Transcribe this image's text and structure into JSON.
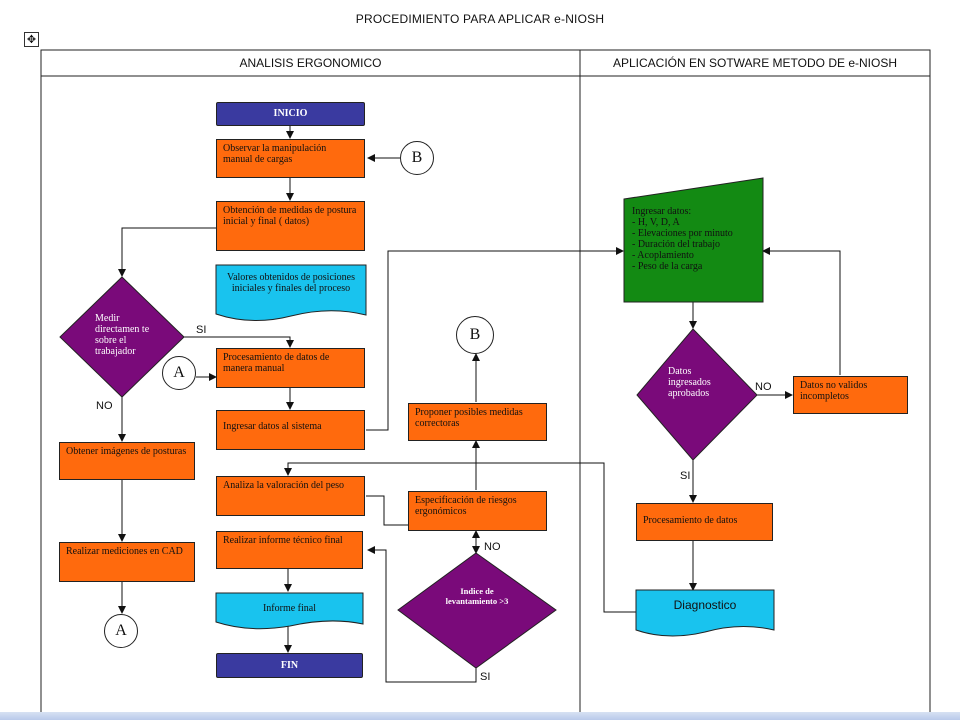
{
  "title": "PROCEDIMIENTO PARA APLICAR e-NIOSH",
  "move_handle_icon": "move-icon",
  "lanes": {
    "left": "ANALISIS ERGONOMICO",
    "right": "APLICACIÓN EN SOTWARE METODO DE e-NIOSH"
  },
  "nodes": {
    "inicio": "INICIO",
    "observar": "Observar la manipulación manual de cargas",
    "obtencion": "Obtención de medidas de postura inicial  y  final ( datos)",
    "valores": "Valores obtenidos de posiciones iniciales y finales del proceso",
    "medir": "Medir directamen te sobre el trabajador",
    "procesamiento_manual": "Procesamiento de datos de manera manual",
    "ingresar_sistema": "Ingresar datos al sistema",
    "obtener_imagenes": "Obtener imágenes de posturas",
    "realizar_mediciones": "Realizar mediciones en CAD",
    "analiza": "Analiza la valoración del peso",
    "informe_tecnico": "Realizar informe técnico final",
    "informe_final": "Informe final",
    "fin": "FIN",
    "proponer": "Proponer posibles medidas correctoras",
    "especificacion": "Especificación de riesgos ergonómicos",
    "indice": "Indice de levantamiento >3",
    "ingresar_datos": "Ingresar datos:",
    "ingresar_items": [
      "- H, V, D, A",
      "- Elevaciones por minuto",
      "- Duración del trabajo",
      "- Acoplamiento",
      "- Peso de la carga"
    ],
    "datos_aprobados": "Datos ingresados aprobados",
    "no_validos": "Datos no validos incompletos",
    "procesamiento_datos": "Procesamiento de datos",
    "diagnostico": "Diagnostico"
  },
  "connectors": {
    "a": "A",
    "b": "B"
  },
  "labels": {
    "si": "SI",
    "no": "NO"
  },
  "colors": {
    "process": "#ff6a0d",
    "terminal": "#3a3aa0",
    "document": "#19c3ee",
    "decision": "#7a0a7a",
    "input": "#138a13"
  }
}
